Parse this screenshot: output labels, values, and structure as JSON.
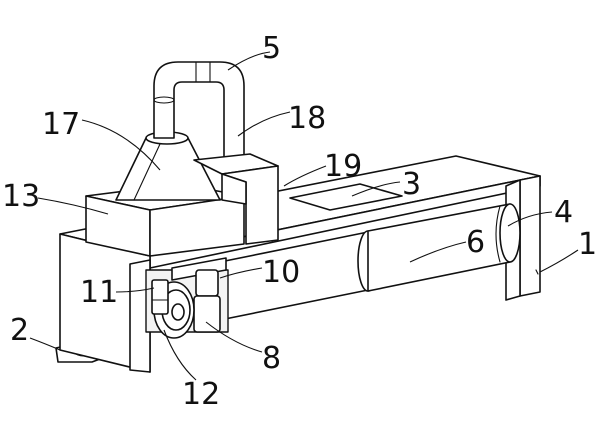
{
  "figure": {
    "labels": {
      "l1": "1",
      "l2": "2",
      "l3": "3",
      "l4": "4",
      "l5": "5",
      "l6": "6",
      "l8": "8",
      "l10": "10",
      "l11": "11",
      "l12": "12",
      "l13": "13",
      "l17": "17",
      "l18": "18",
      "l19": "19"
    }
  }
}
